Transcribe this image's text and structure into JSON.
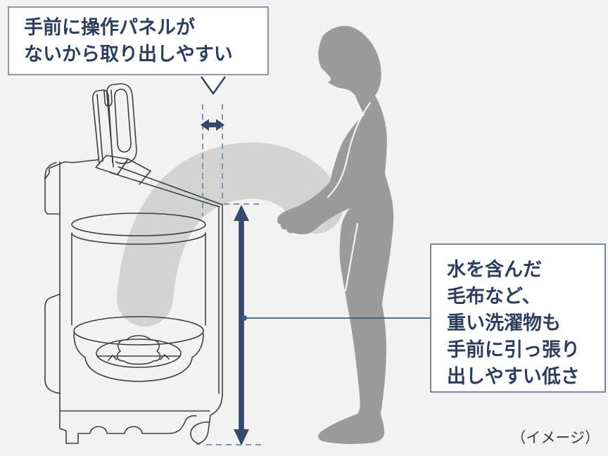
{
  "callout_top": {
    "line1": "手前に操作パネルが",
    "line2": "ないから取り出しやすい"
  },
  "callout_right": {
    "line1": "水を含んだ",
    "line2": "毛布など、",
    "line3": "重い洗濯物も",
    "line4": "手前に引っ張り",
    "line5": "出しやすい低さ"
  },
  "caption": "（イメージ）",
  "colors": {
    "background": "#f2f2f2",
    "text_navy": "#2e3e5c",
    "accent_navy": "#35496b",
    "box_border_top": "#9097a6",
    "box_border_right": "#7d8699",
    "dashed_line": "#7f93ab",
    "leader_line": "#44597c",
    "person_gray": "#9b9b9b",
    "swoosh_gray": "#d3d3d3",
    "machine_line": "#3f3f3f",
    "caption_gray": "#3a3a3a"
  },
  "icons": {
    "width_arrow": "double-headed-horizontal-arrow",
    "height_arrow": "double-headed-vertical-arrow",
    "callout_tail": "speech-bubble-tail-down"
  }
}
